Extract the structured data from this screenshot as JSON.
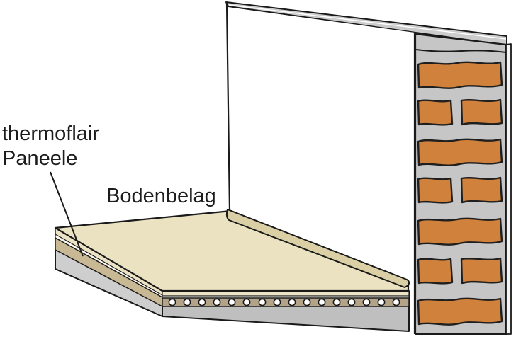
{
  "labels": {
    "panel_line1": "thermoflair",
    "panel_line2": "Paneele",
    "floor_covering": "Bodenbelag"
  },
  "pipes": {
    "count": 16
  },
  "masonry": {
    "brick_rows": 7
  },
  "colors": {
    "outline": "#1a1a1a",
    "brick": "#d0813c",
    "mortar": "#c6c6c6",
    "wall_top": "#cccccc",
    "wall_face": "#ffffff",
    "outer_strip": "#f4f4f4",
    "floor_surface": "#ebe2c1",
    "skirting": "#dbcfa6",
    "covering_edge": "#ece3c6",
    "underlay": "#fbf9f0",
    "panel_layer_side": "#c9b894",
    "panel_layer_front": "#b3a389",
    "screed_side": "#cecece",
    "screed_front": "#bfbfbf",
    "pipe_fill": "#ffffff"
  }
}
